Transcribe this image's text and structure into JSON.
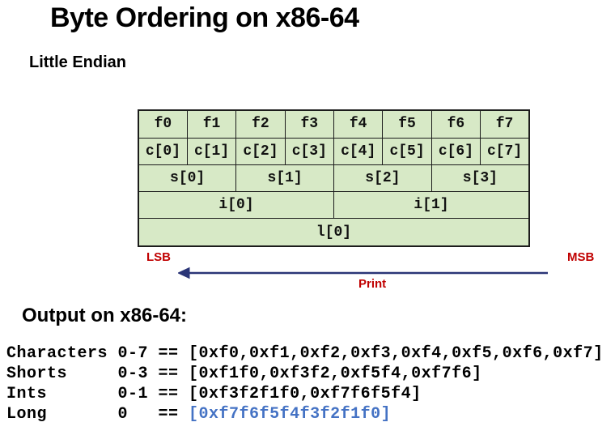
{
  "slide": {
    "title": "Byte Ordering on x86-64",
    "subtitle": "Little Endian",
    "output_heading": "Output on x86-64:"
  },
  "colors": {
    "table_background": "#d7e9c6",
    "table_border": "#1c1c1c",
    "annotation_red": "#c00000",
    "arrow_navy": "#2a3577",
    "long_value_blue": "#4472c4"
  },
  "memory_table": {
    "columns": 8,
    "rows": [
      {
        "name": "byte-values",
        "cells": [
          {
            "label": "f0",
            "span": 1
          },
          {
            "label": "f1",
            "span": 1
          },
          {
            "label": "f2",
            "span": 1
          },
          {
            "label": "f3",
            "span": 1
          },
          {
            "label": "f4",
            "span": 1
          },
          {
            "label": "f5",
            "span": 1
          },
          {
            "label": "f6",
            "span": 1
          },
          {
            "label": "f7",
            "span": 1
          }
        ]
      },
      {
        "name": "chars",
        "cells": [
          {
            "label": "c[0]",
            "span": 1
          },
          {
            "label": "c[1]",
            "span": 1
          },
          {
            "label": "c[2]",
            "span": 1
          },
          {
            "label": "c[3]",
            "span": 1
          },
          {
            "label": "c[4]",
            "span": 1
          },
          {
            "label": "c[5]",
            "span": 1
          },
          {
            "label": "c[6]",
            "span": 1
          },
          {
            "label": "c[7]",
            "span": 1
          }
        ]
      },
      {
        "name": "shorts",
        "cells": [
          {
            "label": "s[0]",
            "span": 2
          },
          {
            "label": "s[1]",
            "span": 2
          },
          {
            "label": "s[2]",
            "span": 2
          },
          {
            "label": "s[3]",
            "span": 2
          }
        ]
      },
      {
        "name": "ints",
        "cells": [
          {
            "label": "i[0]",
            "span": 4
          },
          {
            "label": "i[1]",
            "span": 4
          }
        ]
      },
      {
        "name": "long",
        "cells": [
          {
            "label": "l[0]",
            "span": 8
          }
        ]
      }
    ]
  },
  "annotations": {
    "lsb": "LSB",
    "msb": "MSB",
    "print": "Print"
  },
  "output": {
    "lines": [
      {
        "label": "Characters",
        "range": "0-7",
        "value": "[0xf0,0xf1,0xf2,0xf3,0xf4,0xf5,0xf6,0xf7]",
        "value_color": "#000000"
      },
      {
        "label": "Shorts",
        "range": "0-3",
        "value": "[0xf1f0,0xf3f2,0xf5f4,0xf7f6]",
        "value_color": "#000000"
      },
      {
        "label": "Ints",
        "range": "0-1",
        "value": "[0xf3f2f1f0,0xf7f6f5f4]",
        "value_color": "#000000"
      },
      {
        "label": "Long",
        "range": "0",
        "value": "[0xf7f6f5f4f3f2f1f0]",
        "value_color": "#4472c4"
      }
    ]
  }
}
